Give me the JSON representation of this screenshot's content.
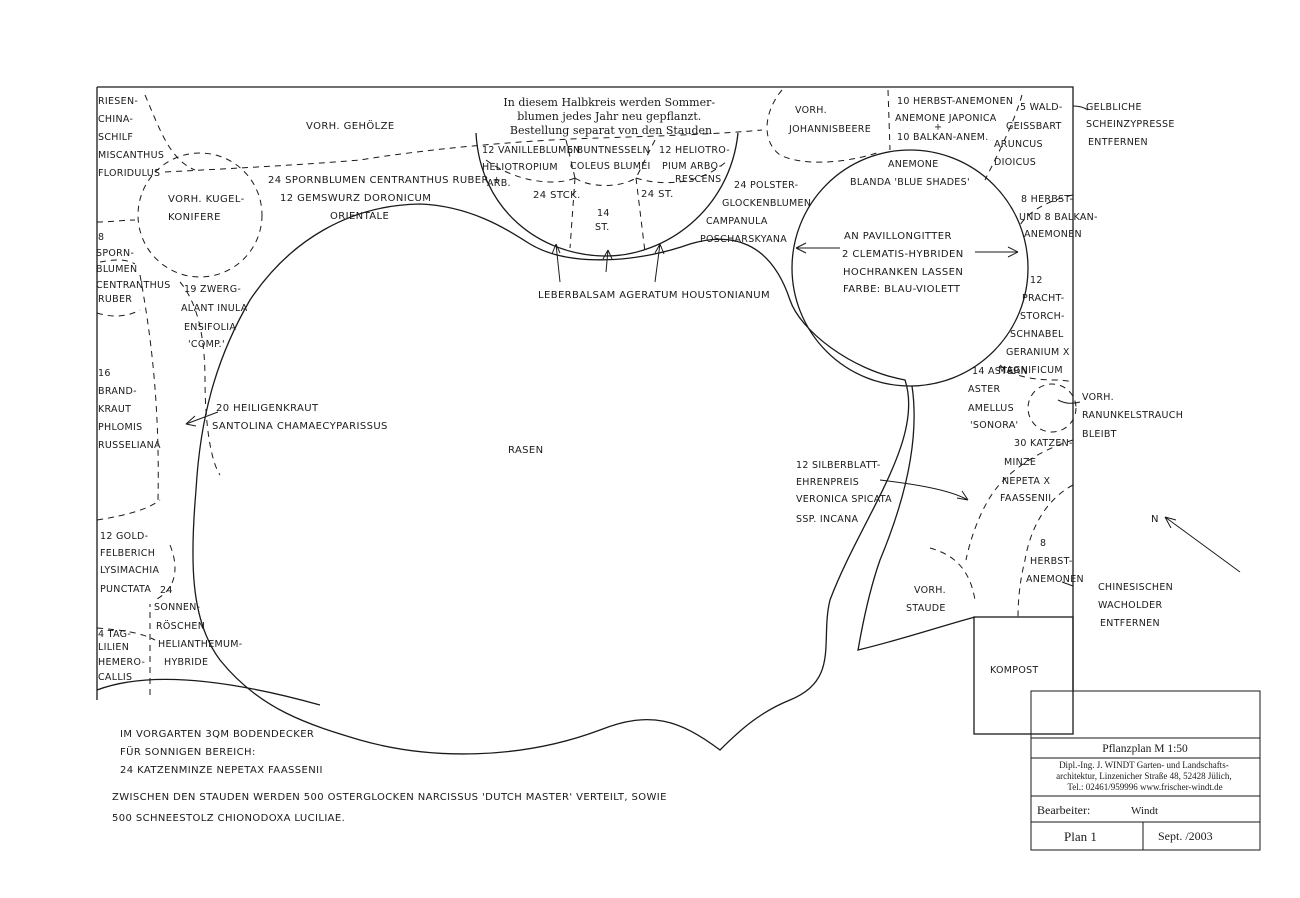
{
  "summer_note": [
    "In diesem Halbkreis werden Sommer-",
    "blumen jedes Jahr neu gepflanzt.",
    "Bestellung separat von den Stauden"
  ],
  "labels": {
    "riesen_china_schilf": [
      "RIESEN-",
      "CHINA-",
      "SCHILF",
      "MISCANTHUS",
      "FLORIDULUS"
    ],
    "vorh_gehoelze": "VORH. GEHÖLZE",
    "vorh_kugel_konifere": [
      "VORH. KUGEL-",
      "KONIFERE"
    ],
    "spornblumen_centranthus_row": "24 SPORNBLUMEN CENTRANTHUS RUBER +",
    "gemswurz": [
      "12 GEMSWURZ DORONICUM",
      "ORIENTALE"
    ],
    "spornblumen_left": [
      "8",
      "SPORN-",
      "BLUMEN",
      "CENTRANTHUS",
      "RUBER"
    ],
    "zwerg_alant": [
      "19 ZWERG-",
      "ALANT INULA",
      "ENSIFOLIA",
      "'COMP.'"
    ],
    "brandkraut": [
      "16",
      "BRAND-",
      "KRAUT",
      "PHLOMIS",
      "RUSSELIANA"
    ],
    "heiligenkraut": [
      "20 HEILIGENKRAUT",
      "SANTOLINA CHAMAECYPARISSUS"
    ],
    "goldfelberich": [
      "12 GOLD-",
      "FELBERICH",
      "LYSIMACHIA",
      "PUNCTATA"
    ],
    "sonnenroeschen": [
      "24",
      "SONNEN-",
      "RÖSCHEN",
      "HELIANTHEMUM-",
      "HYBRIDE"
    ],
    "taglilien": [
      "4 TAG-",
      "LILIEN",
      "HEMERO-",
      "CALLIS"
    ],
    "vanilleblumen": [
      "12 VANILLEBLUMEN",
      "HELIOTROPIUM",
      "ARB."
    ],
    "buntnesseln": [
      "6 BUNTNESSELN",
      "COLEUS BLUMEI"
    ],
    "heliotrop": [
      "12 HELIOTRO-",
      "PIUM ARBO-",
      "RESCENS"
    ],
    "stck_24": "24 STCK.",
    "st_24": "24 ST.",
    "st_14": [
      "14",
      "ST."
    ],
    "summer_arrows_label": "LEBERBALSAM AGERATUM HOUSTONIANUM",
    "polster_glockenblumen": [
      "24 POLSTER-",
      "GLOCKENBLUMEN",
      "CAMPANULA",
      "POSCHARSKYANA"
    ],
    "vorh_johannisbeere": [
      "VORH.",
      "JOHANNISBEERE"
    ],
    "herbst_anemonen_top": [
      "10 HERBST-ANEMONEN",
      "ANEMONE JAPONICA",
      "+",
      "10 BALKAN-ANEM."
    ],
    "anemone_blanda": [
      "ANEMONE",
      "BLANDA 'BLUE SHADES'"
    ],
    "waldgeissbart": [
      "5 WALD-",
      "GEISSBART",
      "ARUNCUS",
      "DIOICUS"
    ],
    "scheinzypresse": [
      "GELBLICHE",
      "SCHEINZYPRESSE",
      "ENTFERNEN"
    ],
    "herbst_balkan_right": [
      "8 HERBST-",
      "UND 8 BALKAN-",
      "ANEMONEN"
    ],
    "clematis": [
      "AN PAVILLONGITTER",
      "2 CLEMATIS-HYBRIDEN",
      "HOCHRANKEN LASSEN",
      "FARBE: BLAU-VIOLETT"
    ],
    "prachtstorchschnabel": [
      "12",
      "PRACHT-",
      "STORCH-",
      "SCHNABEL",
      "GERANIUM X",
      "MAGNIFICUM"
    ],
    "astern": [
      "14 ASTERN",
      "ASTER",
      "AMELLUS",
      "'SONORA'"
    ],
    "ranunkelstrauch": [
      "VORH.",
      "RANUNKELSTRAUCH",
      "BLEIBT"
    ],
    "katzenminze_right": [
      "30 KATZEN-",
      "MINZE",
      "NEPETA X",
      "FAASSENII"
    ],
    "silberblatt": [
      "12 SILBERBLATT-",
      "EHRENPREIS",
      "VERONICA SPICATA",
      "SSP. INCANA"
    ],
    "rasen": "RASEN",
    "herbstanemonen_8": [
      "8",
      "HERBST-",
      "ANEMONEN"
    ],
    "wacholder": [
      "CHINESISCHEN",
      "WACHOLDER",
      "ENTFERNEN"
    ],
    "vorh_staude": [
      "VORH.",
      "STAUDE"
    ],
    "kompost": "KOMPOST",
    "north": "N",
    "vorgarten_note": [
      "IM VORGARTEN 3QM BODENDECKER",
      "FÜR SONNIGEN BEREICH:",
      "24 KATZENMINZE NEPETAX FAASSENII"
    ],
    "osterglocken_note": [
      "ZWISCHEN DEN STAUDEN WERDEN 500 OSTERGLOCKEN NARCISSUS 'DUTCH MASTER' VERTEILT, SOWIE",
      "500 SCHNEESTOLZ CHIONODOXA LUCILIAE."
    ]
  },
  "title_block": {
    "title": "Pflanzplan M 1:50",
    "office_lines": [
      "Dipl.-Ing. J. WINDT  Garten- und Landschafts-",
      "architektur,  Linzenicher Straße 48, 52428 Jülich,",
      "Tel.: 02461/959996   www.frischer-windt.de"
    ],
    "bearbeiter_label": "Bearbeiter:",
    "bearbeiter_value": "Windt",
    "plan_no": "Plan 1",
    "date": "Sept. /2003"
  }
}
